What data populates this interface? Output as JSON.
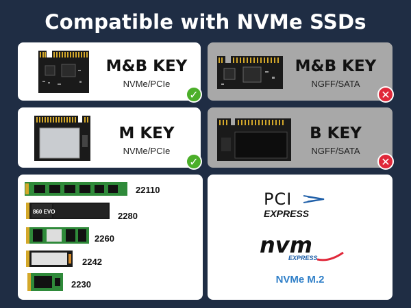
{
  "title": "Compatible with NVMe SSDs",
  "cards": [
    {
      "key": "M&B KEY",
      "sub": "NVMe/PCIe",
      "status": "compatible",
      "icon": "check-icon"
    },
    {
      "key": "M&B KEY",
      "sub": "NGFF/SATA",
      "status": "incompatible",
      "icon": "cross-icon"
    },
    {
      "key": "M KEY",
      "sub": "NVMe/PCIe",
      "status": "compatible",
      "icon": "check-icon"
    },
    {
      "key": "B KEY",
      "sub": "NGFF/SATA",
      "status": "incompatible",
      "icon": "cross-icon"
    }
  ],
  "badges": {
    "ok": "✓",
    "no": "✕"
  },
  "sizes": [
    "22110",
    "2280",
    "2260",
    "2242",
    "2230"
  ],
  "ssd_brand": "860 EVO",
  "logos": {
    "pci_top": "PCI",
    "pci_bottom": "EXPRESS",
    "nvm_top": "nvm",
    "nvm_bottom": "EXPRESS"
  },
  "nvme_m2": "NVMe M.2",
  "colors": {
    "background": "#1f2d44",
    "compatible_green": "#4caf2a",
    "incompatible_red": "#e0283a",
    "nvme_blue": "#2f7fc8",
    "pcb_green": "#2f8a3a"
  }
}
